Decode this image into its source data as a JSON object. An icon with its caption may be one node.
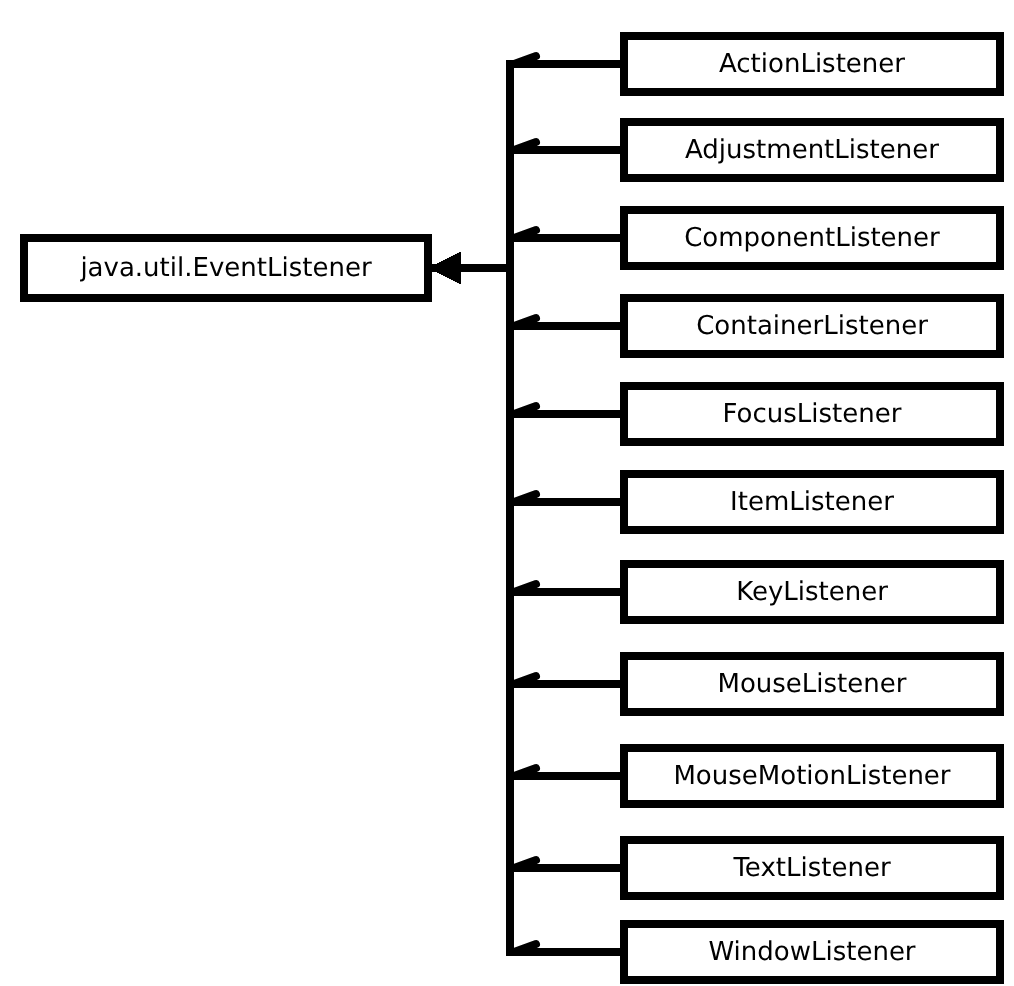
{
  "diagram": {
    "nodes": [
      {
        "text": [
          "java.util.EventListener"
        ]
      },
      {
        "text": [
          "ActionListener"
        ]
      },
      {
        "text": [
          "AdjustmentListener"
        ]
      },
      {
        "text": [
          "ComponentListener"
        ]
      },
      {
        "text": [
          "ContainerListener"
        ]
      },
      {
        "text": [
          "FocusListener"
        ]
      },
      {
        "text": [
          "ItemListener"
        ]
      },
      {
        "text": [
          "KeyListener"
        ]
      },
      {
        "text": [
          "MouseListener"
        ]
      },
      {
        "text": [
          "MouseMotionListener"
        ]
      },
      {
        "text": [
          "TextListener"
        ]
      },
      {
        "text": [
          "WindowListener"
        ]
      }
    ],
    "edges": [
      {
        "from": 1,
        "to": 0,
        "arrow": "to"
      },
      {
        "from": 2,
        "to": 0,
        "arrow": "to"
      },
      {
        "from": 3,
        "to": 0,
        "arrow": "to"
      },
      {
        "from": 4,
        "to": 0,
        "arrow": "to"
      },
      {
        "from": 5,
        "to": 0,
        "arrow": "to"
      },
      {
        "from": 6,
        "to": 0,
        "arrow": "to"
      },
      {
        "from": 7,
        "to": 0,
        "arrow": "to"
      },
      {
        "from": 8,
        "to": 0,
        "arrow": "to"
      },
      {
        "from": 9,
        "to": 0,
        "arrow": "to"
      },
      {
        "from": 10,
        "to": 0,
        "arrow": "to"
      },
      {
        "from": 11,
        "to": 0,
        "arrow": "to"
      }
    ]
  }
}
